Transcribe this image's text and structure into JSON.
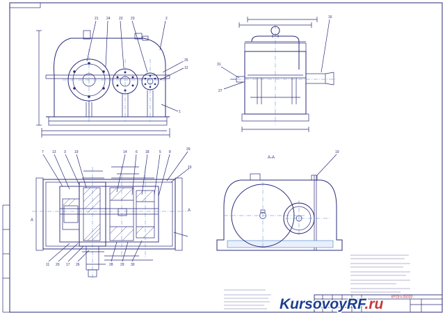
{
  "stamp": {
    "code": "КР25Ч-05030"
  },
  "section_label": "А-А",
  "view_marks": {
    "left": "А",
    "right": "А"
  },
  "callouts": {
    "front": [
      "21",
      "24",
      "22",
      "23",
      "2",
      "25",
      "12",
      "1"
    ],
    "side": [
      "31",
      "27",
      "16"
    ],
    "plan_top": [
      "7",
      "13",
      "3",
      "19",
      "14",
      "6",
      "18",
      "5",
      "8",
      "29",
      "15"
    ],
    "plan_bottom": [
      "11",
      "20",
      "17",
      "26",
      "28",
      "29",
      "30"
    ],
    "section": [
      "19"
    ]
  },
  "watermark": {
    "main": "KursovoyRF",
    "tld": ".ru"
  },
  "colors": {
    "line": "#2a2a7a",
    "accent": "#1f66c2",
    "watermark": "#1d3f8f"
  }
}
